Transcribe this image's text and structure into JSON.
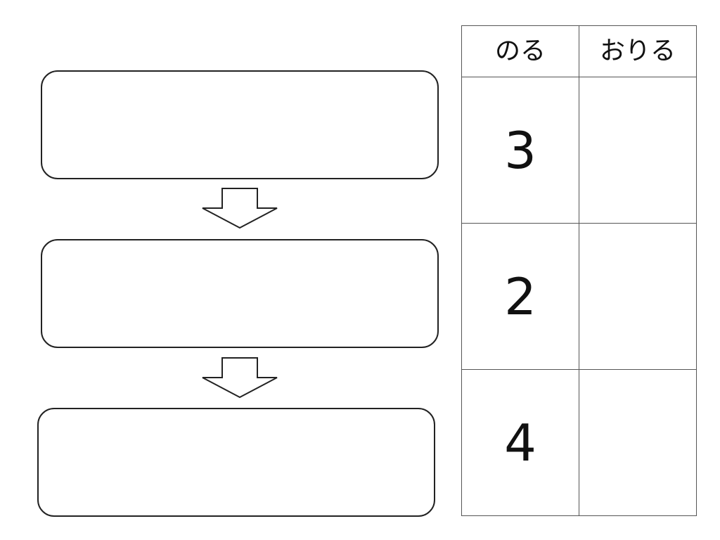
{
  "flow": {
    "boxes": [
      "",
      "",
      ""
    ],
    "arrows": [
      "down-arrow",
      "down-arrow"
    ]
  },
  "table": {
    "headers": [
      "のる",
      "おりる"
    ],
    "rows": [
      [
        "3",
        ""
      ],
      [
        "2",
        ""
      ],
      [
        "4",
        ""
      ]
    ]
  }
}
